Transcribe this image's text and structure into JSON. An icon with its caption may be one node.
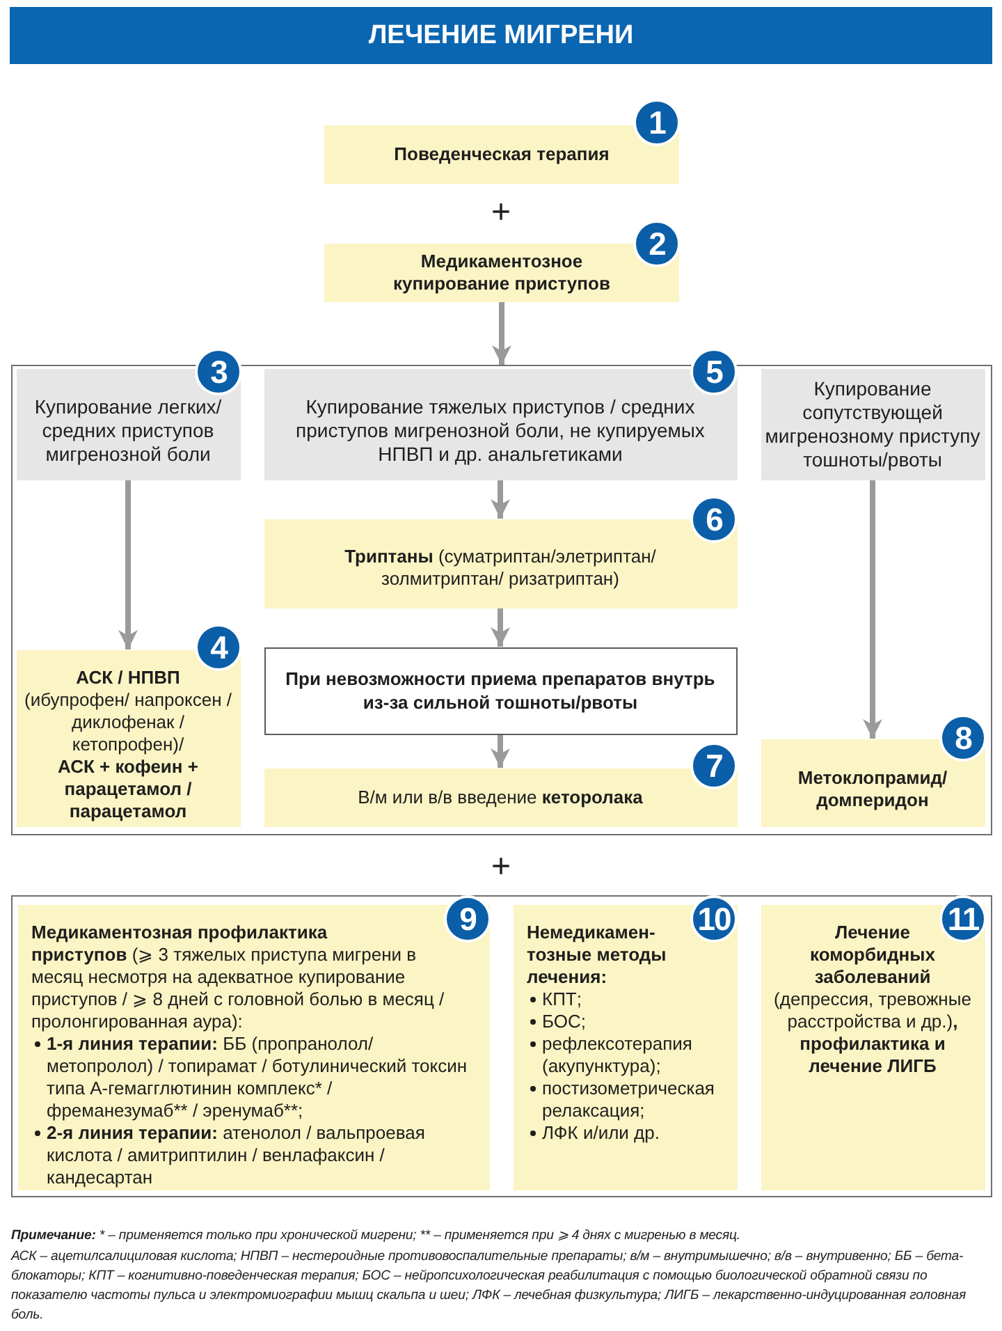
{
  "diagram": {
    "title": "ЛЕЧЕНИЕ МИГРЕНИ",
    "nodes": [
      {
        "text": [
          "Поведенческая терапия"
        ]
      },
      {
        "text": [
          "Медикаментозное купирование приступов"
        ]
      },
      {
        "text": [],
        "shape": "box"
      },
      {
        "text": [
          "Купирование легких/ средних приступов мигренозной боли"
        ],
        "in": 2
      },
      {
        "text": [
          "Купирование тяжелых приступов / средних приступов мигренозной боли, не купируемых НПВП и др. анальгетиками"
        ],
        "in": 2
      },
      {
        "text": [
          "Купирование сопутствующей мигренозному приступу тошноты/рвоты"
        ],
        "in": 2
      },
      {
        "text": [
          "**Триптаны** (суматриптан/элетриптан/ золмитриптан/ ризатриптан)"
        ],
        "in": 2
      },
      {
        "text": [
          "АСК / НПВП",
          "(ибупрофен/ напроксен / диклофенак / кетопрофен)/",
          "АСК + кофеин + парацетамол / парацетамол"
        ],
        "in": 2
      },
      {
        "text": [
          "При невозможности приема препаратов внутрь из-за сильной тошноты/рвоты"
        ],
        "in": 2
      },
      {
        "text": [
          "В/м или в/в введение **кеторолака**"
        ],
        "in": 2
      },
      {
        "text": [
          "Метоклопрамид/ домперидон"
        ],
        "in": 2
      },
      {
        "text": [],
        "shape": "box"
      },
      {
        "text": [
          "**Медикаментозная профилактика приступов** (⩾ 3 тяжелых приступа мигрени в месяц несмотря на адекватное купирование приступов / ⩾ 8 дней с головной болью в месяц / пролонгированная аура):",
          "**1-я линия терапии:** ББ (пропранолол/ метопролол) / топирамат / ботулинический токсин типа А-гемагглютинин комплекс* / фреманезумаб** / эренумаб**;",
          "**2-я линия терапии:** атенолол / вальпроевая кислота / амитриптилин / венлафаксин / кандесартан"
        ],
        "in": 11
      },
      {
        "text": [
          "Немедикамен- тозные методы лечения:",
          "КПТ;",
          "БОС;",
          "рефлексотерапия (акупунктура);",
          "постизометрическая релаксация;",
          "ЛФК и/или др."
        ],
        "in": 11
      },
      {
        "text": [
          "**Лечение коморбидных заболеваний** (депрессия, тревожные расстройства и др.)**, профилактика и лечение ЛИГБ**"
        ],
        "in": 11
      }
    ],
    "edges": [
      {
        "from": 1,
        "to": 2,
        "arrow": "to"
      },
      {
        "from": 3,
        "to": 7,
        "arrow": "to"
      },
      {
        "from": 4,
        "to": 6,
        "arrow": "to"
      },
      {
        "from": 6,
        "to": 8,
        "arrow": "to"
      },
      {
        "from": 8,
        "to": 9,
        "arrow": "to"
      },
      {
        "from": 5,
        "to": 10,
        "arrow": "to"
      }
    ],
    "labels": [
      "1",
      "+",
      "2",
      "3",
      "5",
      "6",
      "4",
      "8",
      "7",
      "+",
      "9",
      "10",
      "11",
      "**Примечание:** * – применяется только при хронической мигрени; ** – применяется при ⩾ 4 днях с мигренью в месяц.",
      "АСК – ацетилсалициловая кислота; НПВП – нестероидные противовоспалительные препараты; в/м – внутримышечно; в/в – внутривенно; ББ – бета-блокаторы; КПТ – когнитивно-поведенческая терапия; БОС – нейропсихологическая реабилитация с помощью биологической обратной связи по показателю частоты пульса и электромиографии мышц скальпа и шеи; ЛФК – лечебная физкультура; ЛИГБ – лекарственно-индуцированная головная боль."
    ]
  }
}
